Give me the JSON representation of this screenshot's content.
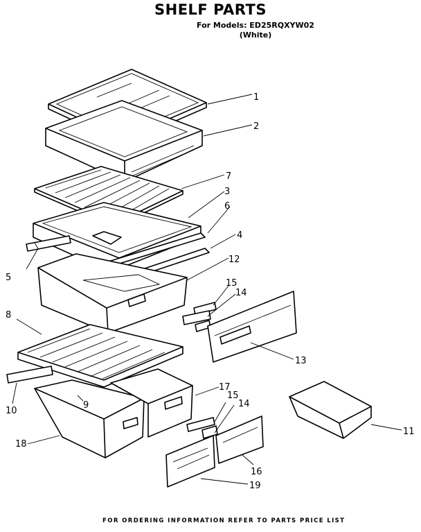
{
  "header": {
    "title": "SHELF PARTS",
    "models_line": "For Models: ED25RQXYW02",
    "color_line": "(White)"
  },
  "callouts": [
    "1",
    "2",
    "7",
    "3",
    "6",
    "4",
    "5",
    "12",
    "15",
    "14",
    "8",
    "13",
    "17",
    "10",
    "9",
    "15",
    "14",
    "18",
    "11",
    "16",
    "19"
  ],
  "footer": {
    "note": "FOR ORDERING INFORMATION REFER TO PARTS PRICE LIST"
  }
}
